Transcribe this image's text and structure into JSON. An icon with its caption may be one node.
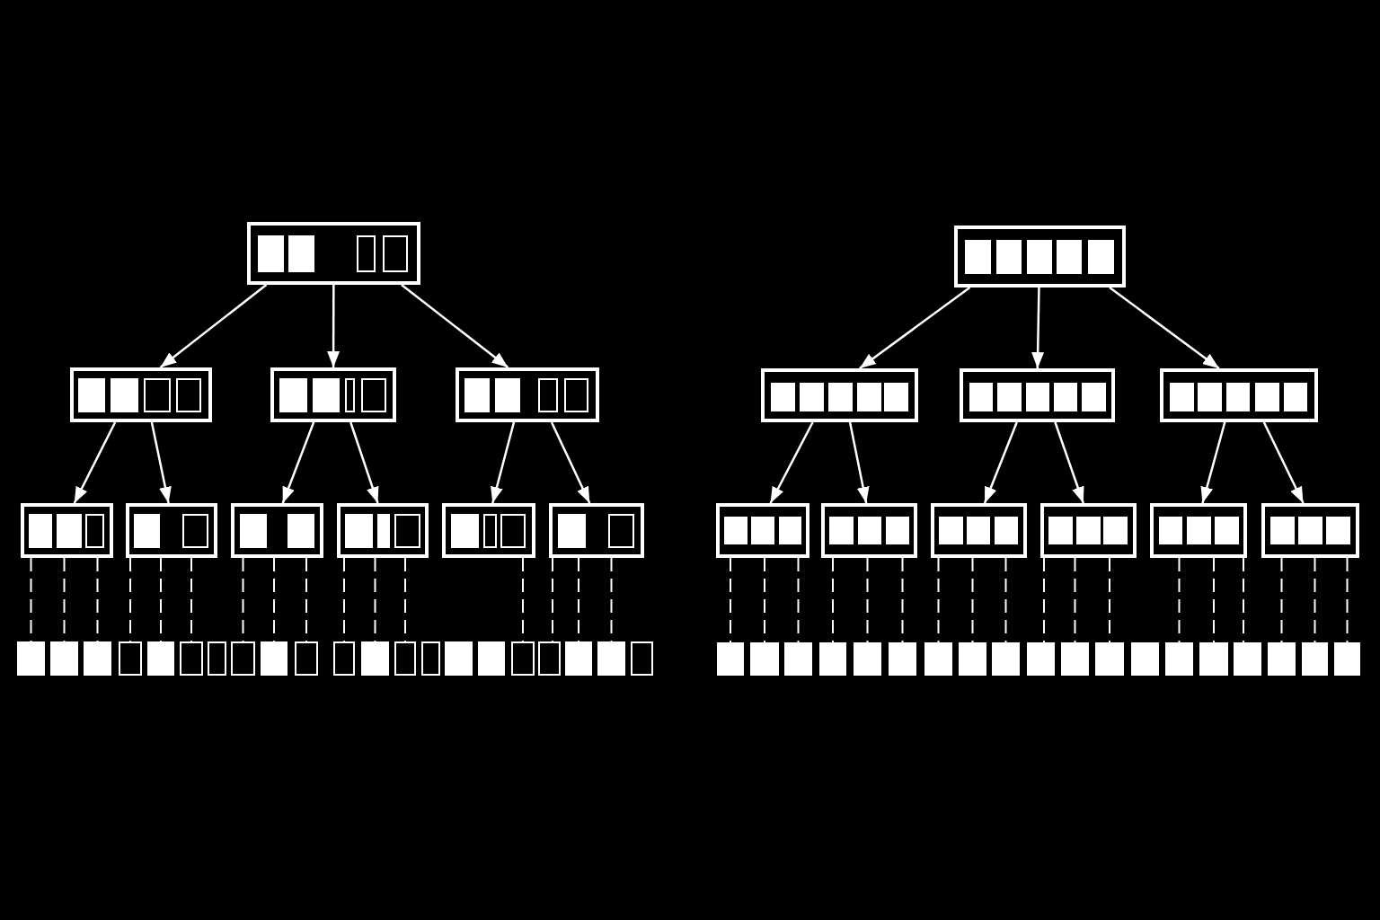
{
  "diagram": {
    "nodes": [
      {
        "text": [],
        "shape": "box"
      },
      {
        "text": [],
        "shape": "box",
        "in": 0
      },
      {
        "text": [],
        "shape": "box",
        "in": 0
      },
      {
        "text": [],
        "shape": "box",
        "in": 0
      },
      {
        "text": [],
        "shape": "box",
        "in": 0
      },
      {
        "text": [],
        "shape": "box"
      },
      {
        "text": [],
        "shape": "box",
        "in": 5
      },
      {
        "text": [],
        "shape": "box",
        "in": 5
      },
      {
        "text": [],
        "shape": "box",
        "in": 5
      },
      {
        "text": [],
        "shape": "box",
        "in": 5
      },
      {
        "text": [],
        "shape": "box"
      },
      {
        "text": [],
        "shape": "box",
        "in": 10
      },
      {
        "text": [],
        "shape": "box",
        "in": 10
      },
      {
        "text": [],
        "shape": "box",
        "in": 10
      },
      {
        "text": [],
        "shape": "box",
        "in": 10
      },
      {
        "text": [],
        "shape": "box"
      },
      {
        "text": [],
        "shape": "box",
        "in": 15
      },
      {
        "text": [],
        "shape": "box",
        "in": 15
      },
      {
        "text": [],
        "shape": "box",
        "in": 15
      },
      {
        "text": [],
        "shape": "box",
        "in": 15
      },
      {
        "text": [],
        "shape": "box"
      },
      {
        "text": [],
        "shape": "box",
        "in": 20
      },
      {
        "text": [],
        "shape": "box",
        "in": 20
      },
      {
        "text": [],
        "shape": "box",
        "in": 20
      },
      {
        "text": [],
        "shape": "box"
      },
      {
        "text": [],
        "shape": "box",
        "in": 24
      },
      {
        "text": [],
        "shape": "box",
        "in": 24
      },
      {
        "text": [],
        "shape": "box"
      },
      {
        "text": [],
        "shape": "box",
        "in": 27
      },
      {
        "text": [],
        "shape": "box",
        "in": 27
      },
      {
        "text": [],
        "shape": "box"
      },
      {
        "text": [],
        "shape": "box",
        "in": 30
      },
      {
        "text": [],
        "shape": "box",
        "in": 30
      },
      {
        "text": [],
        "shape": "box",
        "in": 30
      },
      {
        "text": [],
        "shape": "box"
      },
      {
        "text": [],
        "shape": "box",
        "in": 34
      },
      {
        "text": [],
        "shape": "box",
        "in": 34
      },
      {
        "text": [],
        "shape": "box",
        "in": 34
      },
      {
        "text": [],
        "shape": "box"
      },
      {
        "text": [],
        "shape": "box",
        "in": 38
      },
      {
        "text": [],
        "shape": "box",
        "in": 38
      },
      {
        "text": [],
        "shape": "box"
      },
      {
        "text": [],
        "shape": "box"
      },
      {
        "text": [],
        "shape": "box"
      },
      {
        "text": [],
        "shape": "box"
      },
      {
        "text": [],
        "shape": "box"
      },
      {
        "text": [],
        "shape": "box"
      },
      {
        "text": [],
        "shape": "box"
      },
      {
        "text": [],
        "shape": "box"
      },
      {
        "text": [],
        "shape": "box"
      },
      {
        "text": [],
        "shape": "box"
      },
      {
        "text": [],
        "shape": "box"
      },
      {
        "text": [],
        "shape": "box"
      },
      {
        "text": [],
        "shape": "box"
      },
      {
        "text": [],
        "shape": "box"
      },
      {
        "text": [],
        "shape": "box"
      },
      {
        "text": [],
        "shape": "box"
      },
      {
        "text": [],
        "shape": "box"
      },
      {
        "text": [],
        "shape": "box"
      },
      {
        "text": [],
        "shape": "box"
      },
      {
        "text": [],
        "shape": "box"
      },
      {
        "text": [],
        "shape": "box"
      },
      {
        "text": [],
        "shape": "box"
      },
      {
        "text": [],
        "shape": "box",
        "in": 62
      },
      {
        "text": [],
        "shape": "box",
        "in": 62
      },
      {
        "text": [],
        "shape": "box",
        "in": 62
      },
      {
        "text": [],
        "shape": "box",
        "in": 62
      },
      {
        "text": [],
        "shape": "box",
        "in": 62
      },
      {
        "text": [],
        "shape": "box"
      },
      {
        "text": [],
        "shape": "box",
        "in": 68
      },
      {
        "text": [],
        "shape": "box",
        "in": 68
      },
      {
        "text": [],
        "shape": "box",
        "in": 68
      },
      {
        "text": [],
        "shape": "box",
        "in": 68
      },
      {
        "text": [],
        "shape": "box",
        "in": 68
      },
      {
        "text": [],
        "shape": "box"
      },
      {
        "text": [],
        "shape": "box",
        "in": 74
      },
      {
        "text": [],
        "shape": "box",
        "in": 74
      },
      {
        "text": [],
        "shape": "box",
        "in": 74
      },
      {
        "text": [],
        "shape": "box",
        "in": 74
      },
      {
        "text": [],
        "shape": "box",
        "in": 74
      },
      {
        "text": [],
        "shape": "box"
      },
      {
        "text": [],
        "shape": "box",
        "in": 80
      },
      {
        "text": [],
        "shape": "box",
        "in": 80
      },
      {
        "text": [],
        "shape": "box",
        "in": 80
      },
      {
        "text": [],
        "shape": "box",
        "in": 80
      },
      {
        "text": [],
        "shape": "box",
        "in": 80
      },
      {
        "text": [],
        "shape": "box"
      },
      {
        "text": [],
        "shape": "box",
        "in": 86
      },
      {
        "text": [],
        "shape": "box",
        "in": 86
      },
      {
        "text": [],
        "shape": "box",
        "in": 86
      },
      {
        "text": [],
        "shape": "box"
      },
      {
        "text": [],
        "shape": "box",
        "in": 90
      },
      {
        "text": [],
        "shape": "box",
        "in": 90
      },
      {
        "text": [],
        "shape": "box",
        "in": 90
      },
      {
        "text": [],
        "shape": "box"
      },
      {
        "text": [],
        "shape": "box",
        "in": 94
      },
      {
        "text": [],
        "shape": "box",
        "in": 94
      },
      {
        "text": [],
        "shape": "box",
        "in": 94
      },
      {
        "text": [],
        "shape": "box"
      },
      {
        "text": [],
        "shape": "box",
        "in": 98
      },
      {
        "text": [],
        "shape": "box",
        "in": 98
      },
      {
        "text": [],
        "shape": "box",
        "in": 98
      },
      {
        "text": [],
        "shape": "box"
      },
      {
        "text": [],
        "shape": "box",
        "in": 102
      },
      {
        "text": [],
        "shape": "box",
        "in": 102
      },
      {
        "text": [],
        "shape": "box",
        "in": 102
      },
      {
        "text": [],
        "shape": "box"
      },
      {
        "text": [],
        "shape": "box",
        "in": 106
      },
      {
        "text": [],
        "shape": "box",
        "in": 106
      },
      {
        "text": [],
        "shape": "box",
        "in": 106
      },
      {
        "text": [],
        "shape": "box"
      },
      {
        "text": [],
        "shape": "box"
      },
      {
        "text": [],
        "shape": "box"
      },
      {
        "text": [],
        "shape": "box"
      },
      {
        "text": [],
        "shape": "box"
      },
      {
        "text": [],
        "shape": "box"
      },
      {
        "text": [],
        "shape": "box"
      },
      {
        "text": [],
        "shape": "box"
      },
      {
        "text": [],
        "shape": "box"
      },
      {
        "text": [],
        "shape": "box"
      },
      {
        "text": [],
        "shape": "box"
      },
      {
        "text": [],
        "shape": "box"
      },
      {
        "text": [],
        "shape": "box"
      },
      {
        "text": [],
        "shape": "box"
      },
      {
        "text": [],
        "shape": "box"
      },
      {
        "text": [],
        "shape": "box"
      },
      {
        "text": [],
        "shape": "box"
      },
      {
        "text": [],
        "shape": "box"
      },
      {
        "text": [],
        "shape": "box"
      }
    ],
    "edges": [
      {
        "from": 0,
        "to": 5,
        "arrow": "to"
      },
      {
        "from": 0,
        "to": 10,
        "arrow": "to"
      },
      {
        "from": 0,
        "to": 15,
        "arrow": "to"
      },
      {
        "from": 5,
        "to": 20,
        "arrow": "to"
      },
      {
        "from": 5,
        "to": 24,
        "arrow": "to"
      },
      {
        "from": 10,
        "to": 27,
        "arrow": "to"
      },
      {
        "from": 10,
        "to": 30,
        "arrow": "to"
      },
      {
        "from": 15,
        "to": 34,
        "arrow": "to"
      },
      {
        "from": 15,
        "to": 38,
        "arrow": "to"
      },
      {
        "from": 20,
        "to": 41,
        "arrow": "none",
        "style": "dashed"
      },
      {
        "from": 20,
        "to": 42,
        "arrow": "none",
        "style": "dashed"
      },
      {
        "from": 20,
        "to": 43,
        "arrow": "none",
        "style": "dashed"
      },
      {
        "from": 24,
        "to": 44,
        "arrow": "none",
        "style": "dashed"
      },
      {
        "from": 24,
        "to": 45,
        "arrow": "none",
        "style": "dashed"
      },
      {
        "from": 24,
        "to": 46,
        "arrow": "none",
        "style": "dashed"
      },
      {
        "from": 27,
        "to": 48,
        "arrow": "none",
        "style": "dashed"
      },
      {
        "from": 27,
        "to": 49,
        "arrow": "none",
        "style": "dashed"
      },
      {
        "from": 27,
        "to": 50,
        "arrow": "none",
        "style": "dashed"
      },
      {
        "from": 30,
        "to": 51,
        "arrow": "none",
        "style": "dashed"
      },
      {
        "from": 30,
        "to": 52,
        "arrow": "none",
        "style": "dashed"
      },
      {
        "from": 30,
        "to": 53,
        "arrow": "none",
        "style": "dashed"
      },
      {
        "from": 34,
        "to": 57,
        "arrow": "none",
        "style": "dashed"
      },
      {
        "from": 38,
        "to": 58,
        "arrow": "none",
        "style": "dashed"
      },
      {
        "from": 38,
        "to": 59,
        "arrow": "none",
        "style": "dashed"
      },
      {
        "from": 38,
        "to": 60,
        "arrow": "none",
        "style": "dashed"
      },
      {
        "from": 62,
        "to": 68,
        "arrow": "to"
      },
      {
        "from": 62,
        "to": 74,
        "arrow": "to"
      },
      {
        "from": 62,
        "to": 80,
        "arrow": "to"
      },
      {
        "from": 68,
        "to": 86,
        "arrow": "to"
      },
      {
        "from": 68,
        "to": 90,
        "arrow": "to"
      },
      {
        "from": 74,
        "to": 94,
        "arrow": "to"
      },
      {
        "from": 74,
        "to": 98,
        "arrow": "to"
      },
      {
        "from": 80,
        "to": 102,
        "arrow": "to"
      },
      {
        "from": 80,
        "to": 106,
        "arrow": "to"
      },
      {
        "from": 86,
        "to": 110,
        "arrow": "none",
        "style": "dashed"
      },
      {
        "from": 86,
        "to": 111,
        "arrow": "none",
        "style": "dashed"
      },
      {
        "from": 86,
        "to": 112,
        "arrow": "none",
        "style": "dashed"
      },
      {
        "from": 90,
        "to": 113,
        "arrow": "none",
        "style": "dashed"
      },
      {
        "from": 90,
        "to": 114,
        "arrow": "none",
        "style": "dashed"
      },
      {
        "from": 90,
        "to": 115,
        "arrow": "none",
        "style": "dashed"
      },
      {
        "from": 94,
        "to": 116,
        "arrow": "none",
        "style": "dashed"
      },
      {
        "from": 94,
        "to": 117,
        "arrow": "none",
        "style": "dashed"
      },
      {
        "from": 94,
        "to": 118,
        "arrow": "none",
        "style": "dashed"
      },
      {
        "from": 98,
        "to": 119,
        "arrow": "none",
        "style": "dashed"
      },
      {
        "from": 98,
        "to": 120,
        "arrow": "none",
        "style": "dashed"
      },
      {
        "from": 98,
        "to": 121,
        "arrow": "none",
        "style": "dashed"
      },
      {
        "from": 102,
        "to": 123,
        "arrow": "none",
        "style": "dashed"
      },
      {
        "from": 102,
        "to": 124,
        "arrow": "none",
        "style": "dashed"
      },
      {
        "from": 102,
        "to": 125,
        "arrow": "none",
        "style": "dashed"
      },
      {
        "from": 106,
        "to": 126,
        "arrow": "none",
        "style": "dashed"
      },
      {
        "from": 106,
        "to": 127,
        "arrow": "none",
        "style": "dashed"
      },
      {
        "from": 106,
        "to": 128,
        "arrow": "none",
        "style": "dashed"
      }
    ]
  }
}
